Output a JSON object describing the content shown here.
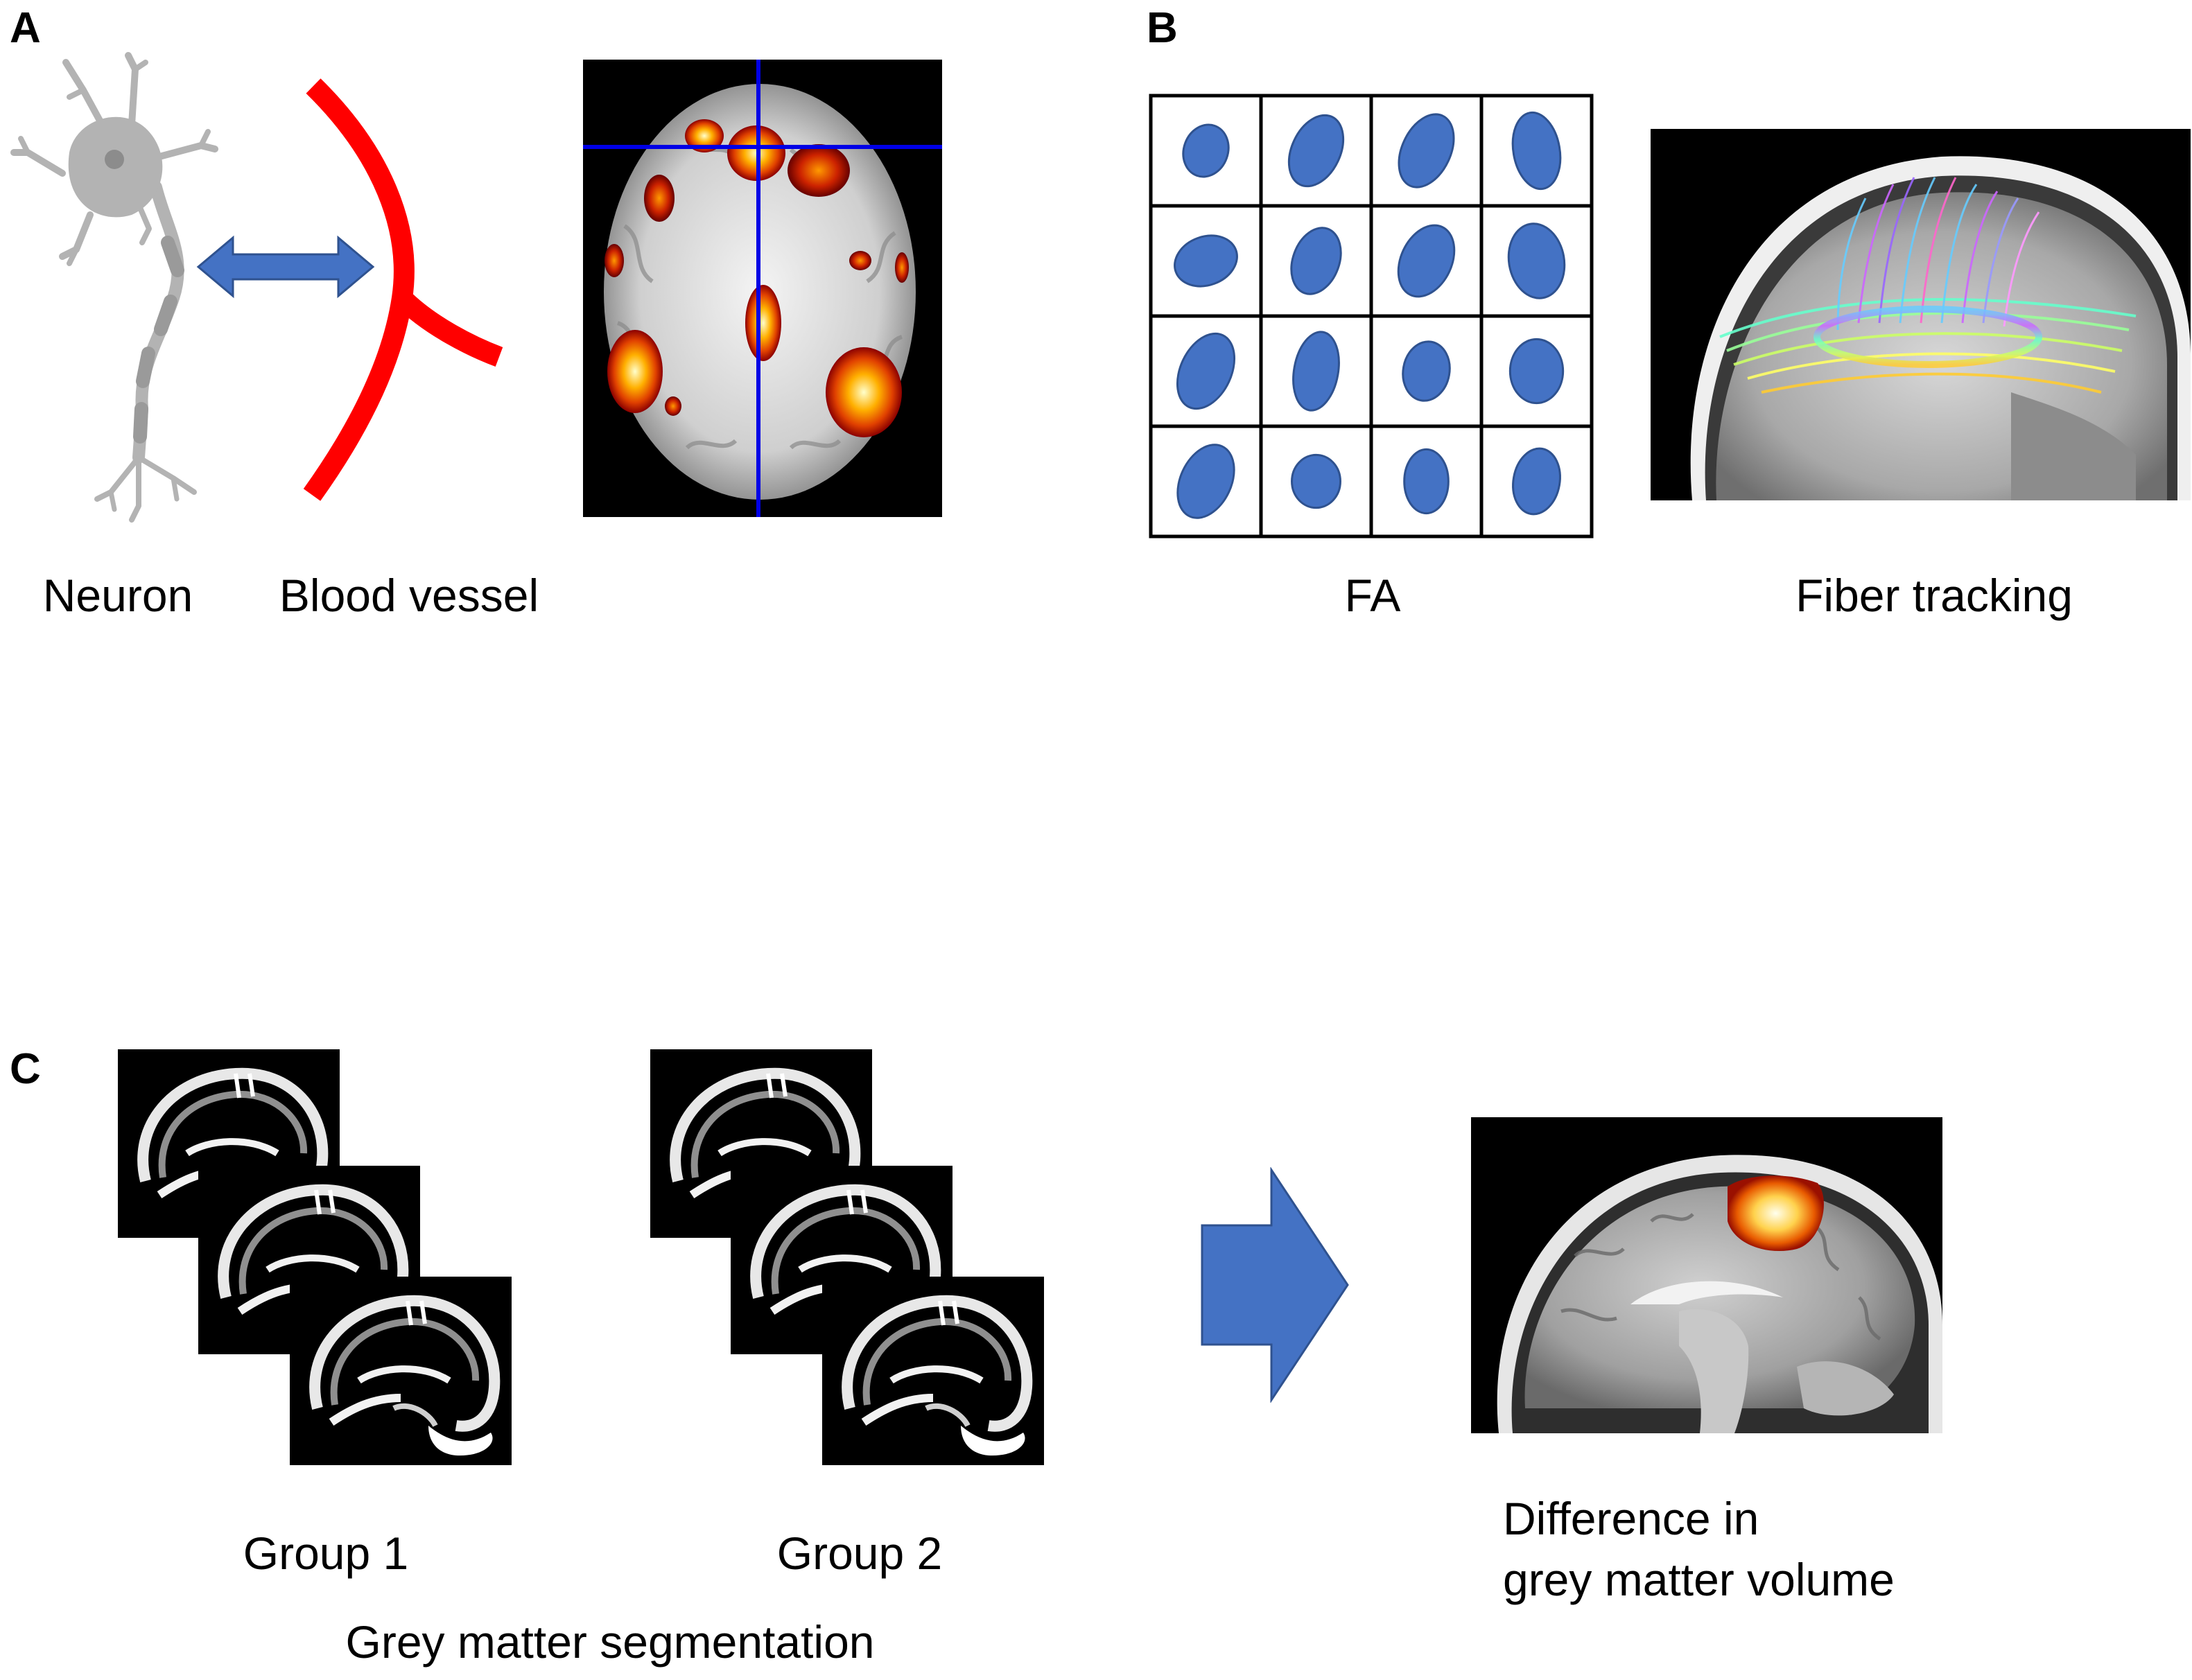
{
  "panels": {
    "a": {
      "letter": "A",
      "labels": {
        "neuron": "Neuron",
        "vessel": "Blood vessel"
      }
    },
    "b": {
      "letter": "B",
      "labels": {
        "fa": "FA",
        "fiber": "Fiber tracking"
      }
    },
    "c": {
      "letter": "C",
      "labels": {
        "group1": "Group 1",
        "group2": "Group 2",
        "segmentation": "Grey matter segmentation",
        "difference_line1": "Difference in",
        "difference_line2": "grey matter volume"
      }
    }
  },
  "colors": {
    "ellipse_fill": "#4472c4",
    "ellipse_stroke": "#2f528f",
    "arrow_fill": "#4472c4",
    "vessel": "#ff0000",
    "crosshair": "#0000e6",
    "neuron": "#b3b3b3"
  },
  "fa_grid": {
    "rows": 4,
    "cols": 4,
    "cells": [
      [
        {
          "rx": 0.4,
          "ry": 0.48,
          "rot": 20
        },
        {
          "rx": 0.44,
          "ry": 0.68,
          "rot": 25
        },
        {
          "rx": 0.44,
          "ry": 0.7,
          "rot": 25
        },
        {
          "rx": 0.42,
          "ry": 0.7,
          "rot": -10
        }
      ],
      [
        {
          "rx": 0.58,
          "ry": 0.44,
          "rot": -20
        },
        {
          "rx": 0.42,
          "ry": 0.62,
          "rot": 20
        },
        {
          "rx": 0.46,
          "ry": 0.68,
          "rot": 25
        },
        {
          "rx": 0.5,
          "ry": 0.68,
          "rot": -10
        }
      ],
      [
        {
          "rx": 0.46,
          "ry": 0.72,
          "rot": 25
        },
        {
          "rx": 0.4,
          "ry": 0.72,
          "rot": 10
        },
        {
          "rx": 0.42,
          "ry": 0.54,
          "rot": 10
        },
        {
          "rx": 0.48,
          "ry": 0.58,
          "rot": 0
        }
      ],
      [
        {
          "rx": 0.46,
          "ry": 0.7,
          "rot": 25
        },
        {
          "rx": 0.44,
          "ry": 0.48,
          "rot": 0
        },
        {
          "rx": 0.4,
          "ry": 0.58,
          "rot": 0
        },
        {
          "rx": 0.42,
          "ry": 0.6,
          "rot": 10
        }
      ]
    ]
  }
}
